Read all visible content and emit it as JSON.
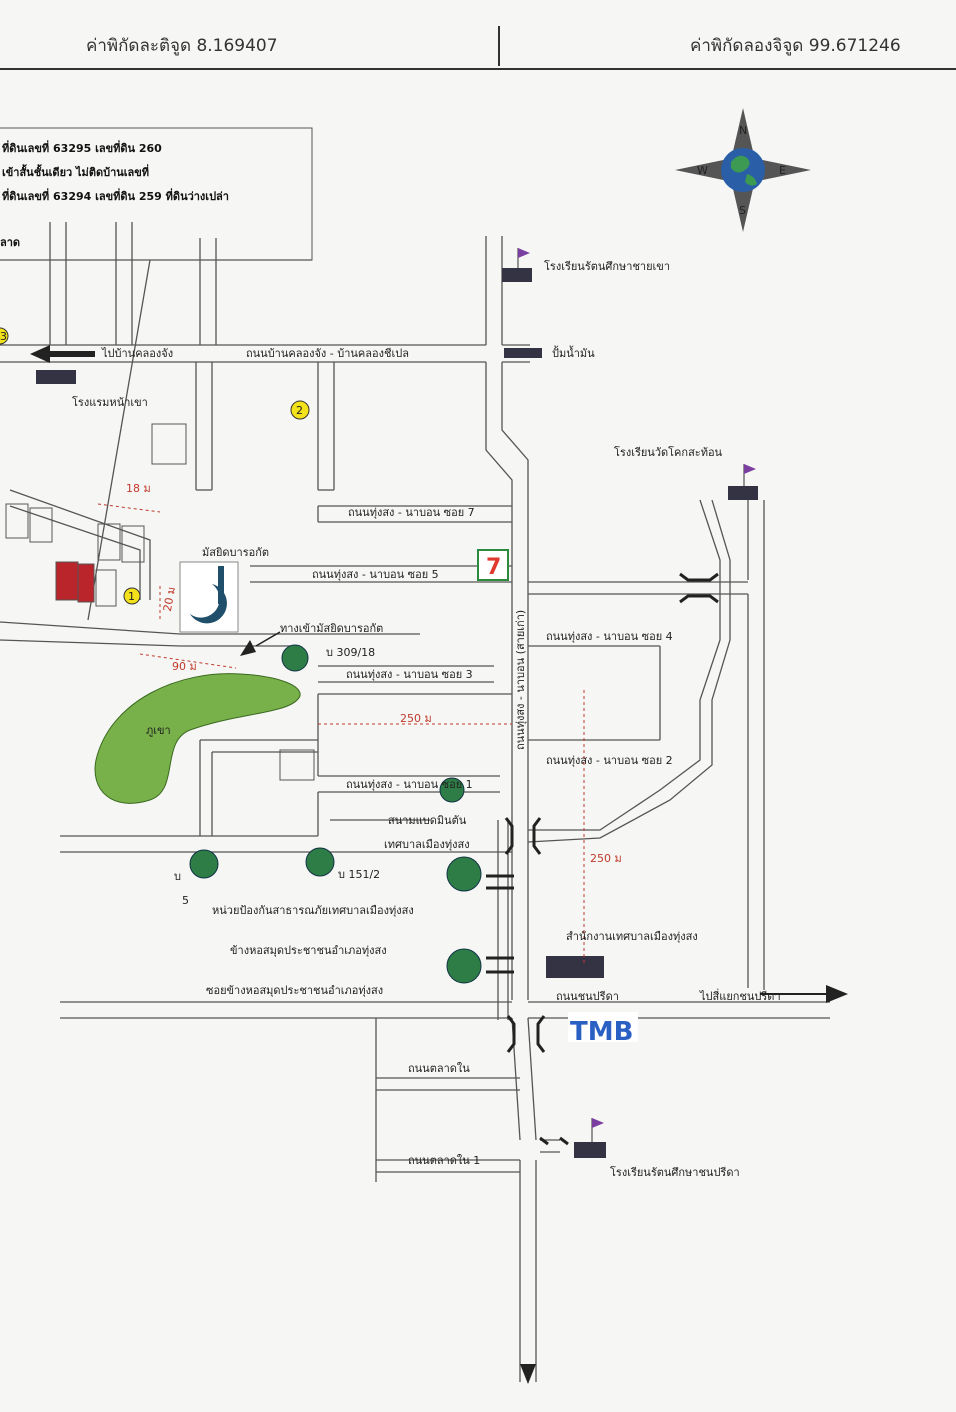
{
  "header": {
    "latitude": "ค่าพิกัดละติจูด 8.169407",
    "longitude": "ค่าพิกัดลองจิจูด 99.671246"
  },
  "info_box": {
    "line1": "ที่ดินเลขที่ 63295 เลขที่ดิน 260",
    "line2": "เข้าสั้นชั้นเดียว ไม่ติดบ้านเลขที่",
    "line3": "ที่ดินเลขที่ 63294 เลขที่ดิน 259 ที่ดินว่างเปล่า",
    "line4": "ลาด"
  },
  "labels": {
    "to_khlong_chang": "ไปบ้านคลองจัง",
    "road_khlong_chang": "ถนนบ้านคลองจัง - บ้านคลองชีเปล",
    "school_top": "โรงเรียนรัตนศึกษาชายเขา",
    "gas_station": "ปั้มน้ำมัน",
    "hotel": "โรงแรมหน้าเขา",
    "school_wat": "โรงเรียนวัดโคกสะท้อน",
    "soi7": "ถนนทุ่งสง - นาบอน ซอย 7",
    "soi5": "ถนนทุ่งสง - นาบอน ซอย 5",
    "soi4": "ถนนทุ่งสง - นาบอน ซอย 4",
    "soi3": "ถนนทุ่งสง - นาบอน ซอย 3",
    "soi2": "ถนนทุ่งสง - นาบอน ซอย 2",
    "soi1": "ถนนทุ่งสง - นาบอน ซอย 1",
    "mosque": "มัสยิดบารอกัต",
    "mosque_entrance": "ทางเข้ามัสยิดบารอกัต",
    "house_309": "บ 309/18",
    "house_151": "บ 151/2",
    "house_b": "บ",
    "num5": "5",
    "mountain": "ภูเขา",
    "badminton1": "สนามแบดมินตัน",
    "badminton2": "เทศบาลเมืองทุ่งสง",
    "disaster_unit": "หน่วยป้องกันสาธารณภัยเทศบาลเมืองทุ่งสง",
    "library_side": "ข้างหอสมุดประชาชนอำเภอทุ่งสง",
    "library_soi": "ซอยข้างหอสมุดประชาชนอำเภอทุ่งสง",
    "municipal_office": "สำนักงานเทศบาลเมืองทุ่งสง",
    "road_chonpri": "ถนนชนปรีดา",
    "to_chonpri": "ไปสี่แยกชนปรีดา",
    "talad_nai": "ถนนตลาดใน",
    "talad_nai1": "ถนนตลาดใน 1",
    "school_chonpri": "โรงเรียนรัตนศึกษาชนปรีดา",
    "main_road_vertical": "ถนนทุ่งสง - นาบอน (สายเก่า)",
    "bank": "TMB",
    "seven": "7",
    "marker1": "1",
    "marker2": "2",
    "marker3": "3",
    "d18": "18 ม",
    "d20": "20 ม",
    "d90": "90 ม",
    "d250a": "250 ม",
    "d250b": "250 ม",
    "compass_n": "N",
    "compass_s": "S",
    "compass_e": "E",
    "compass_w": "W"
  },
  "colors": {
    "mountain": "#78b04a",
    "tree": "#2e7d46",
    "marker": "#f3e21a",
    "plot": "#b9252a",
    "mosque": "#1f4f6b",
    "flag": "#7a3fa0"
  }
}
